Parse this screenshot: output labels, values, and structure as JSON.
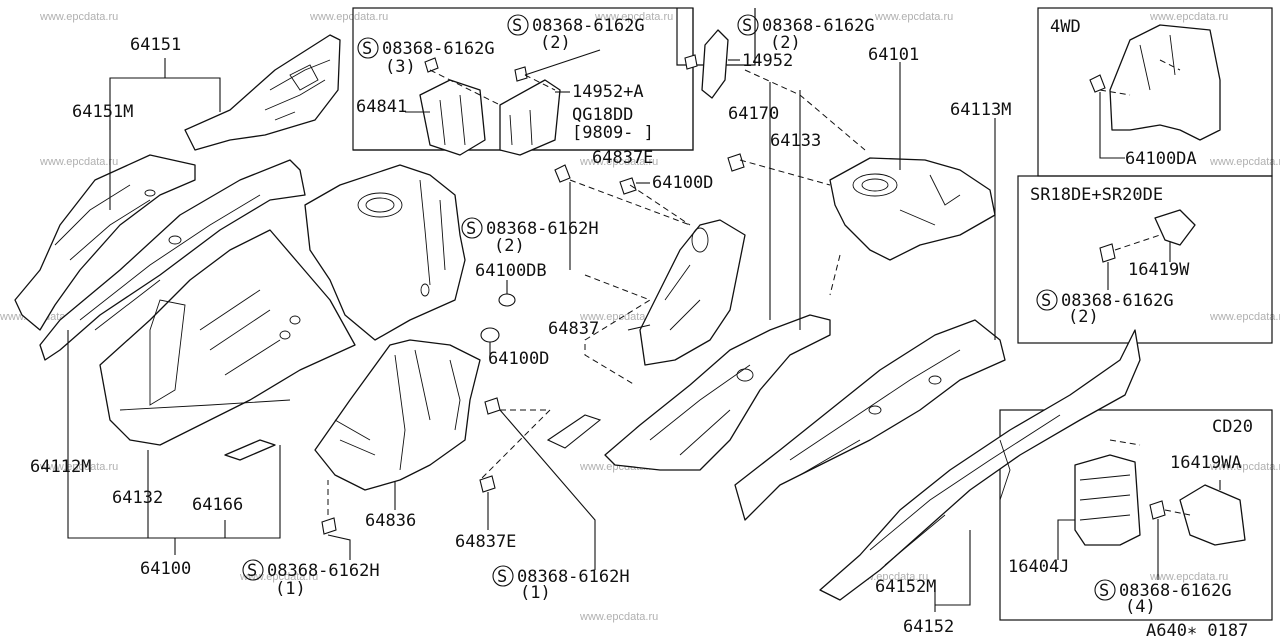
{
  "watermark": "www.epcdata.ru",
  "footer_code": "A640∗ 0187",
  "labels": {
    "p64151": "64151",
    "p64151M": "64151M",
    "p64841": "64841",
    "bolt_top_left_3": "08368-6162G",
    "bolt_top_left_3_qty": "(3)",
    "bolt_top_center_2": "08368-6162G",
    "bolt_top_center_2_qty": "(2)",
    "p14952A": "14952+A",
    "qg18dd": "QG18DD",
    "qg18dd_date": "[9809-      ]",
    "bolt_top_right_2": "08368-6162G",
    "bolt_top_right_2_qty": "(2)",
    "p14952": "14952",
    "p64170": "64170",
    "p64101": "64101",
    "p64133": "64133",
    "p64113M": "64113M",
    "p64837E_top": "64837E",
    "p64100D_top": "64100D",
    "bolt_mid_H_2": "08368-6162H",
    "bolt_mid_H_2_qty": "(2)",
    "p64100DB": "64100DB",
    "p64837": "64837",
    "p64100D_mid": "64100D",
    "p64112M": "64112M",
    "p64132": "64132",
    "p64166": "64166",
    "p64100": "64100",
    "p64836": "64836",
    "p64837E_bottom": "64837E",
    "bolt_bot_left_H": "08368-6162H",
    "bolt_bot_left_H_qty": "(1)",
    "bolt_bot_mid_H": "08368-6162H",
    "bolt_bot_mid_H_qty": "(1)",
    "p64152M": "64152M",
    "p64152": "64152",
    "box_4wd": "4WD",
    "p64100DA": "64100DA",
    "box_sr": "SR18DE+SR20DE",
    "p16419W": "16419W",
    "bolt_sr_G": "08368-6162G",
    "bolt_sr_G_qty": "(2)",
    "box_cd20": "CD20",
    "p16419WA": "16419WA",
    "p16404J": "16404J",
    "bolt_cd20_G": "08368-6162G",
    "bolt_cd20_G_qty": "(4)",
    "s_symbol": "S"
  }
}
